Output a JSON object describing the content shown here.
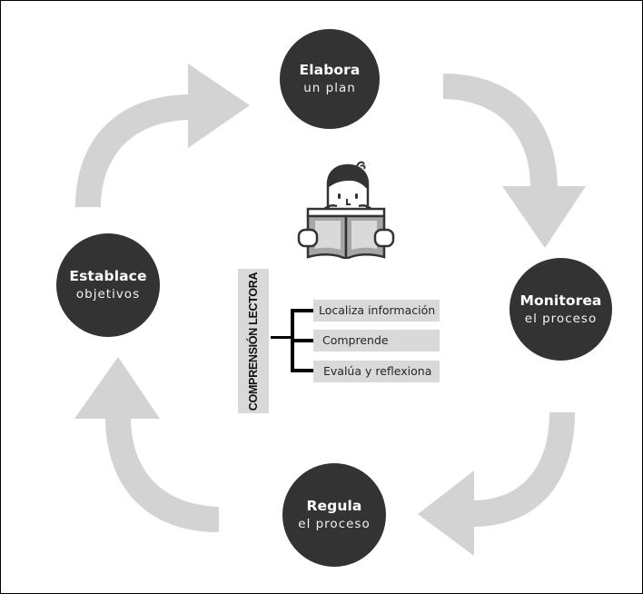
{
  "diagram": {
    "colors": {
      "node_fill": "#333333",
      "node_text": "#ffffff",
      "arrow_fill": "#d3d3d3",
      "label_fill": "#d9d9d9",
      "bracket": "#000000"
    },
    "cycle": [
      {
        "id": "elabora",
        "title": "Elabora",
        "subtitle": "un plan"
      },
      {
        "id": "monitorea",
        "title": "Monitorea",
        "subtitle": "el proceso"
      },
      {
        "id": "regula",
        "title": "Regula",
        "subtitle": "el proceso"
      },
      {
        "id": "establace",
        "title": "Establace",
        "subtitle": "objetivos"
      }
    ],
    "arrows": [
      {
        "from": "establace",
        "to": "elabora",
        "direction": "clockwise"
      },
      {
        "from": "elabora",
        "to": "monitorea",
        "direction": "clockwise"
      },
      {
        "from": "monitorea",
        "to": "regula",
        "direction": "clockwise"
      },
      {
        "from": "regula",
        "to": "establace",
        "direction": "clockwise"
      }
    ],
    "center_icon": "child-reading-book-icon",
    "center": {
      "label": "COMPRENSIÓN LECTORA",
      "items": [
        "Localiza información",
        "Comprende",
        "Evalúa y reflexiona"
      ]
    }
  }
}
